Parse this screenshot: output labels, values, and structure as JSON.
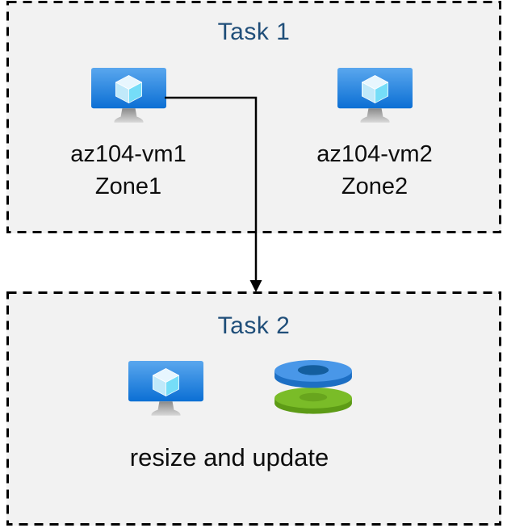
{
  "task1": {
    "title": "Task 1",
    "vms": [
      {
        "name": "az104-vm1",
        "zone": "Zone1"
      },
      {
        "name": "az104-vm2",
        "zone": "Zone2"
      }
    ]
  },
  "task2": {
    "title": "Task 2",
    "action_label": "resize and update"
  },
  "connector": {
    "from": "az104-vm1",
    "to": "Task 2",
    "style": "elbow-arrow"
  },
  "icons": {
    "vm": "virtual-machine-icon",
    "disks": "stacked-disks-icon"
  },
  "colors": {
    "title_text": "#1f4e79",
    "label_text": "#0d0d0d",
    "box_fill": "#f2f2f2",
    "box_border": "#000000",
    "vm_screen_top": "#5aa7ee",
    "vm_screen_bottom": "#0b6fd4",
    "cube_top": "#e7f6fe",
    "cube_left": "#c0e9fa",
    "cube_right": "#75ddf8",
    "disk_blue_top": "#4997e8",
    "disk_blue_side": "#1d6fc4",
    "disk_blue_hole": "#145e9e",
    "disk_green_top": "#7abc28",
    "disk_green_side": "#5d9b16",
    "disk_green_hole": "#68a51d"
  }
}
